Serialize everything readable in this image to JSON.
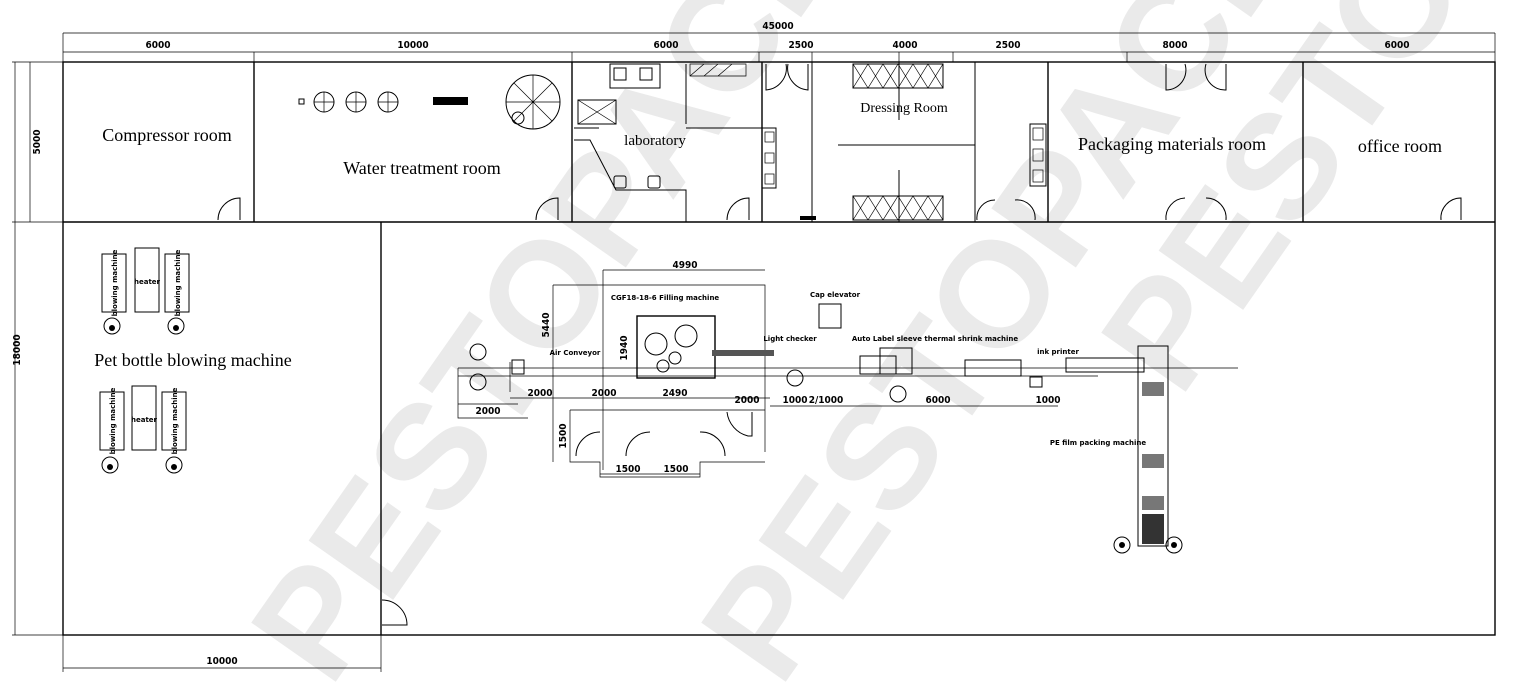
{
  "drawing": {
    "total_width_label": "45000",
    "total_height_label": "18000",
    "top_row_height_label": "5000",
    "bottom_left_width_label": "10000",
    "watermark": "PESTOPACK",
    "top_dimensions": [
      "6000",
      "10000",
      "6000",
      "2500",
      "4000",
      "2500",
      "8000",
      "6000"
    ]
  },
  "rooms": {
    "compressor": "Compressor  room",
    "water_treatment": "Water treatment  room",
    "laboratory": "laboratory",
    "dressing": "Dressing Room",
    "packaging_materials": "Packaging materials room",
    "office": "office room",
    "blowing": "Pet bottle blowing machine"
  },
  "blowing_area": {
    "machine_label": "blowing machine",
    "heater_label": "heater"
  },
  "production_line": {
    "filling_machine": "CGF18-18-6 Filling machine",
    "air_conveyor": "Air Conveyor",
    "light_checker": "Light checker",
    "cap_elevator": "Cap elevator",
    "label_machine": "Auto Label sleeve thermal shrink machine",
    "ink_printer": "ink printer",
    "pe_film": "PE film packing machine",
    "dims": {
      "filling_width": "4990",
      "filling_height": "5440",
      "machine_height": "1940",
      "machine_width": "2490",
      "conv1": "2000",
      "conv2": "2000",
      "operator_area": "2000",
      "after_filling": "2000",
      "light_len": "1000",
      "cap_len": "2/1000",
      "label_len": "6000",
      "printer_len": "1000",
      "room_height": "1500",
      "door1": "1500",
      "door2": "1500"
    }
  }
}
